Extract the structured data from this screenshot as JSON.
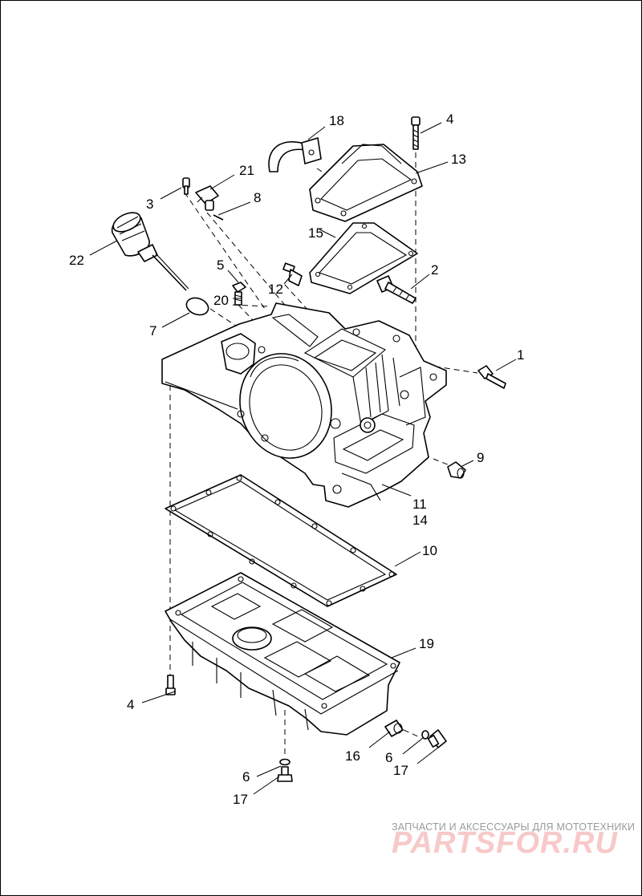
{
  "callouts": [
    "1",
    "2",
    "3",
    "4",
    "5",
    "6",
    "7",
    "8",
    "9",
    "10",
    "11",
    "12",
    "13",
    "14",
    "15",
    "16",
    "17",
    "18",
    "19",
    "20",
    "21",
    "22"
  ],
  "callout_map": {
    "c1": "1",
    "c2": "2",
    "c3": "3",
    "c4a": "4",
    "c4b": "4",
    "c5": "5",
    "c6a": "6",
    "c6b": "6",
    "c7": "7",
    "c8": "8",
    "c9": "9",
    "c10": "10",
    "c11": "11",
    "c14": "14",
    "c12": "12",
    "c13": "13",
    "c15": "15",
    "c16": "16",
    "c17a": "17",
    "c17b": "17",
    "c18": "18",
    "c19": "19",
    "c20": "20",
    "c21": "21",
    "c22": "22"
  },
  "watermark": {
    "caption": "ЗАПЧАСТИ И АКСЕССУАРЫ ДЛЯ МОТОТЕХНИКИ",
    "logo": "PARTSFOR.RU"
  },
  "colors": {
    "line": "#000000",
    "background": "#ffffff",
    "watermark_logo": "#f7c9c9",
    "watermark_text": "#9a9a9a"
  }
}
